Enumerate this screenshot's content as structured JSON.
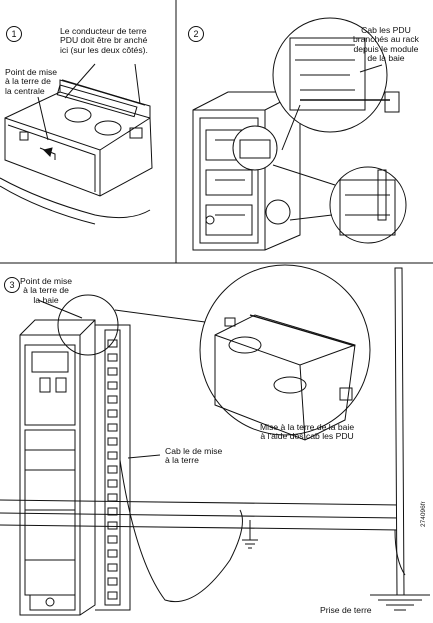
{
  "steps": {
    "s1": "1",
    "s2": "2",
    "s3": "3"
  },
  "labels": {
    "ground_conductor": "Le conducteur de terre\nPDU doit être br anché\nici (sur les deux côtés).",
    "central_ground_point": "Point de mise\nà la terre de\nla centrale",
    "pdu_cables": "Cab les PDU\nbranchés au rack\ndepuis le module\nde la baie",
    "bay_ground_point": "Point de mise\nà la terre de\nla baie",
    "bay_ground_via_pdu": "Mise à la terre de la baie\nà l'aide des cab les PDU",
    "ground_cable": "Cab le de mise\nà la terre",
    "ground_rod": "Prise de terre",
    "figure_id": "274096fr"
  }
}
